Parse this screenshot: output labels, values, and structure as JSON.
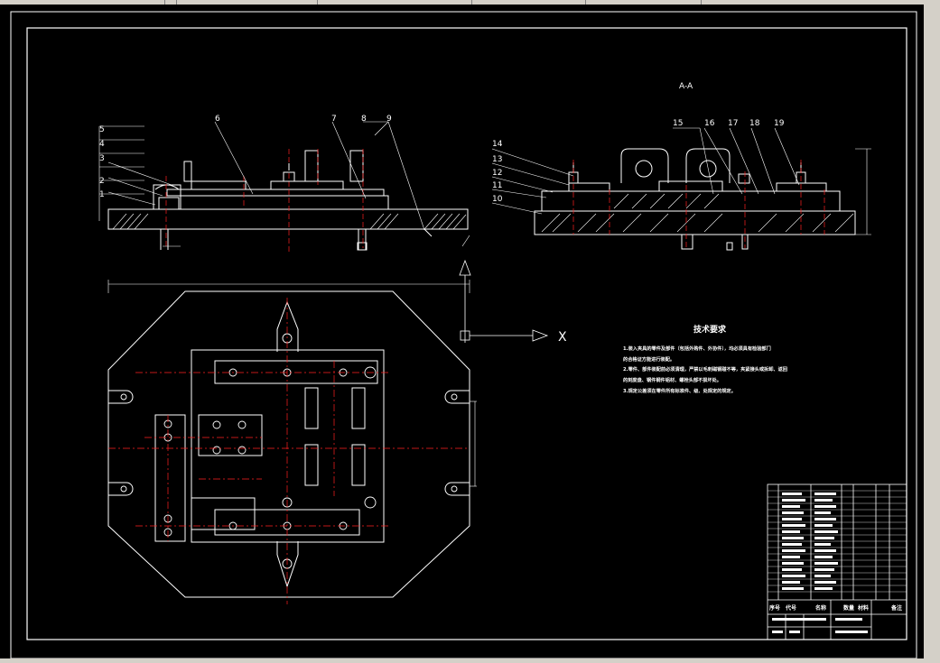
{
  "view": {
    "section_label": "A-A",
    "tech_title": "技术要求",
    "tech_lines": [
      "1.装入夹具的零件及部件（包括外购件、外协件），均必须具有检验部门",
      "的合格证方能进行装配。",
      "2.零件、部件装配前必须清理，严禁以毛刺磁钢碰不等，夹紧接头或拆卸、返回",
      "的刻度盘、钢件钢件铝材、螺栓头部不损坏处。",
      "3.规定公差须在零件所有标准件、级、处规定的规定。"
    ],
    "callouts": [
      "5",
      "4",
      "3",
      "2",
      "1",
      "6",
      "7",
      "8",
      "9",
      "14",
      "13",
      "12",
      "11",
      "10",
      "15",
      "16",
      "17",
      "18",
      "19"
    ],
    "axis_x_label": "X",
    "titleblock_header": [
      "序号",
      "代号",
      "名称",
      "数量",
      "材料",
      "备注"
    ]
  },
  "colors": {
    "bg": "#000000",
    "line": "#ffffff",
    "center": "#ff2020",
    "hatch": "#ffffff",
    "chrome": "#d4d0c8"
  }
}
